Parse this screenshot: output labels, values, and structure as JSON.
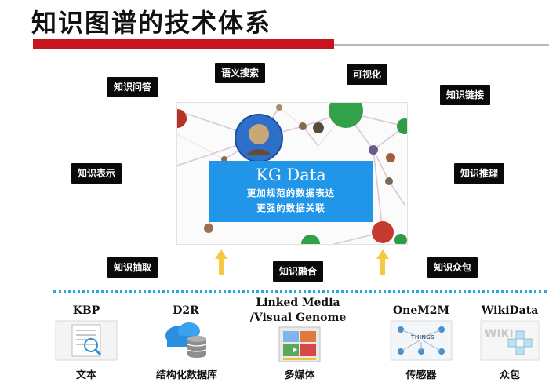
{
  "title": "知识图谱的技术体系",
  "tags": {
    "qa": "知识问答",
    "search": "语义搜索",
    "visualization": "可视化",
    "linking": "知识链接",
    "representation": "知识表示",
    "reasoning": "知识推理",
    "extraction": "知识抽取",
    "fusion": "知识融合",
    "crowdsourcing": "知识众包"
  },
  "center": {
    "title": "KG Data",
    "line1": "更加规范的数据表达",
    "line2": "更强的数据关联"
  },
  "sources": [
    {
      "name": "KBP",
      "sub": "文本"
    },
    {
      "name": "D2R",
      "sub": "结构化数据库"
    },
    {
      "name_line1": "Linked Media",
      "name_line2": "/Visual Genome",
      "sub": "多媒体"
    },
    {
      "name": "OneM2M",
      "sub": "传感器"
    },
    {
      "name": "WikiData",
      "sub": "众包"
    }
  ],
  "colors": {
    "accent_red": "#c8141e",
    "kg_blue": "#2196e8",
    "dotted_blue": "#29a6e0",
    "arrow_yellow": "#f5c842"
  },
  "icons": {
    "text": "document-icon",
    "database": "cloud-database-icon",
    "media": "media-gallery-icon",
    "sensor": "iot-things-icon",
    "wiki": "wiki-icon"
  }
}
